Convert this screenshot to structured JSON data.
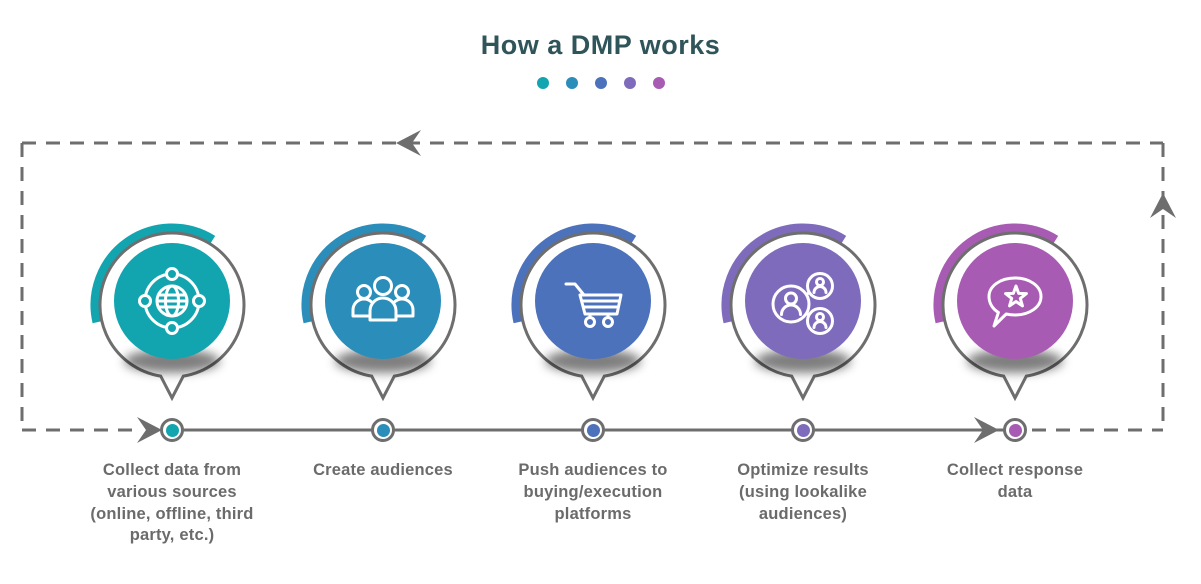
{
  "title": "How a DMP works",
  "decoration_dots": [
    "#12A5B0",
    "#2B8DB9",
    "#4C72BC",
    "#7F6BBC",
    "#A85BB2"
  ],
  "steps": [
    {
      "label": "Collect data from\nvarious sources\n(online, offline, third\nparty, etc.)",
      "color": "#12A5B0",
      "icon": "globe-network-icon"
    },
    {
      "label": "Create audiences",
      "color": "#2B8DB9",
      "icon": "audience-group-icon"
    },
    {
      "label": "Push audiences to\nbuying/execution\nplatforms",
      "color": "#4C72BC",
      "icon": "shopping-cart-icon"
    },
    {
      "label": "Optimize results\n(using lookalike\naudiences)",
      "color": "#7F6BBC",
      "icon": "lookalike-network-icon"
    },
    {
      "label": "Collect response\ndata",
      "color": "#A85BB2",
      "icon": "speech-bubble-star-icon"
    }
  ],
  "colors": {
    "title": "#2F545A",
    "line": "#6E6E6E",
    "label": "#6B6B6B",
    "background": "#FFFFFF"
  }
}
